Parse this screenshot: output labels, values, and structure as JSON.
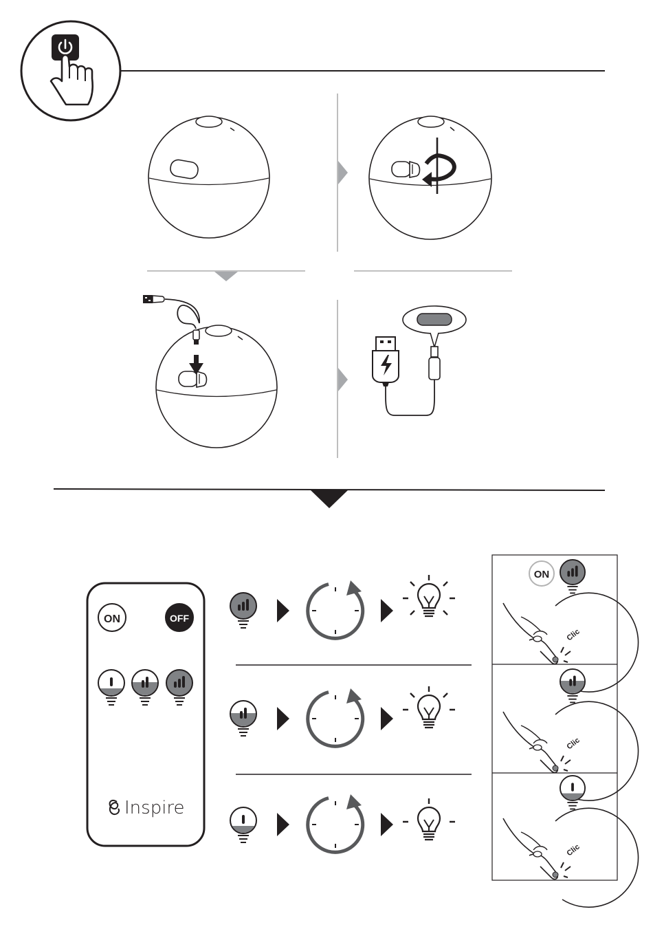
{
  "remote": {
    "on_label": "ON",
    "off_label": "OFF",
    "brand": "Inspire"
  },
  "clic_label": "Clic",
  "panel_on_label": "ON",
  "colors": {
    "stroke": "#231f20",
    "gray_arrow": "#a7a9ac",
    "fill_gray": "#808285",
    "light_gray": "#e6e6e6",
    "timer_gray": "#58595b"
  },
  "icons": [
    "power-button-icon",
    "hand-pointer-icon",
    "usb-cable-icon",
    "rotate-arrow-icon",
    "timer-icon",
    "light-bulb-icon",
    "brightness-level-icon"
  ]
}
